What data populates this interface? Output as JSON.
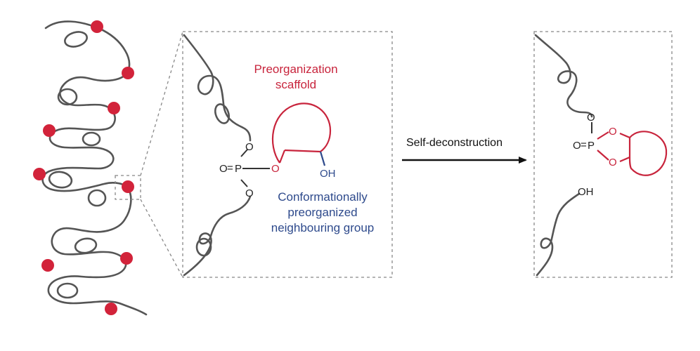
{
  "labels": {
    "scaffold": [
      "Preorganization",
      "scaffold"
    ],
    "neighbour": [
      "Conformationally",
      "preorganized",
      "neighbouring group"
    ],
    "reaction": "Self-deconstruction"
  },
  "atoms": {
    "oxygen": "O",
    "phosphorus": "P",
    "hydroxyl": "OH",
    "double_bond": "="
  },
  "colors": {
    "chain": "#555555",
    "bead": "#d2233a",
    "scaffold": "#c8243c",
    "neighbour": "#2e4a8c",
    "frame": "#888888",
    "arrow": "#111111"
  }
}
